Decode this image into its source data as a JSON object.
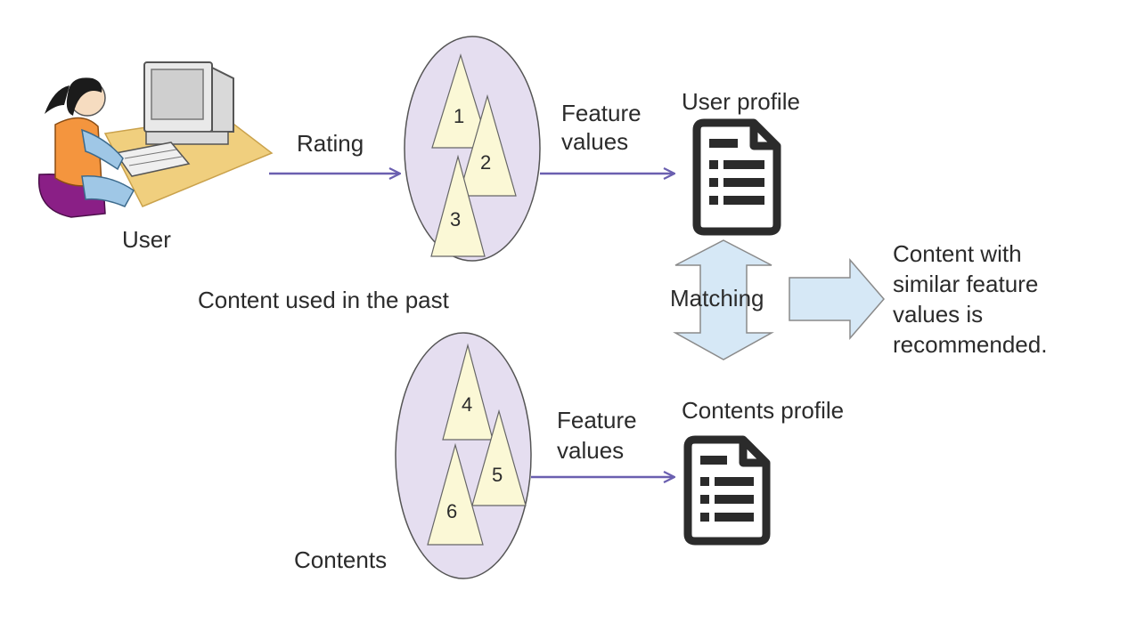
{
  "nodes": {
    "user": {
      "label": "User"
    },
    "past_content": {
      "label": "Content used in the past",
      "items": [
        "1",
        "2",
        "3"
      ]
    },
    "contents": {
      "label": "Contents",
      "items": [
        "4",
        "5",
        "6"
      ]
    },
    "user_profile": {
      "label": "User profile",
      "icon": "document-list-icon"
    },
    "contents_profile": {
      "label": "Contents profile",
      "icon": "document-list-icon"
    },
    "result": {
      "lines": [
        "Content with",
        "similar feature",
        "values is",
        "recommended."
      ]
    }
  },
  "edges": {
    "rating": {
      "label": "Rating"
    },
    "feature_top": {
      "lines": [
        "Feature",
        "values"
      ]
    },
    "feature_bottom": {
      "lines": [
        "Feature",
        "values"
      ]
    },
    "matching": {
      "label": "Matching"
    }
  },
  "colors": {
    "ellipse_fill": "#e5def0",
    "triangle_fill": "#fbf8d6",
    "arrow": "#6a5fb0",
    "matching_fill": "#d6e8f6",
    "document": "#2b2b2b"
  }
}
